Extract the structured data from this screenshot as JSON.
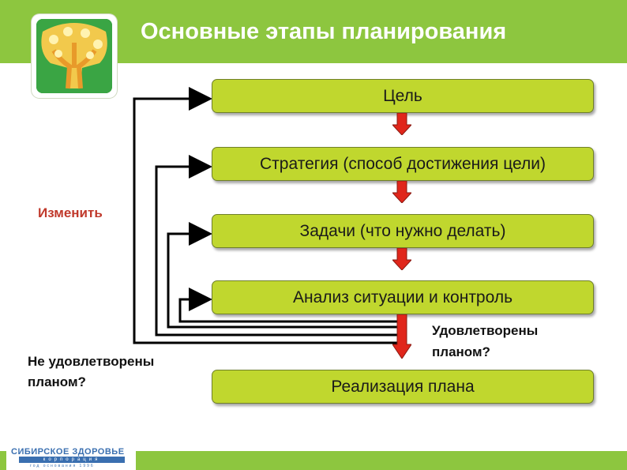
{
  "header": {
    "title": "Основные этапы планирования"
  },
  "steps": [
    "Цель",
    "Стратегия (способ достижения цели)",
    "Задачи (что нужно делать)",
    "Анализ ситуации и контроль",
    "Реализация плана"
  ],
  "labels": {
    "change": "Изменить",
    "not_satisfied": "Не удовлетворены планом?",
    "satisfied": "Удовлетворены планом?"
  },
  "brand": {
    "name": "СИБИРСКОЕ ЗДОРОВЬЕ",
    "sub": "корпорация",
    "year": "год основания 1996"
  },
  "colors": {
    "header": "#8dc63f",
    "box": "#c0d72e",
    "arrow": "#e0261b"
  }
}
